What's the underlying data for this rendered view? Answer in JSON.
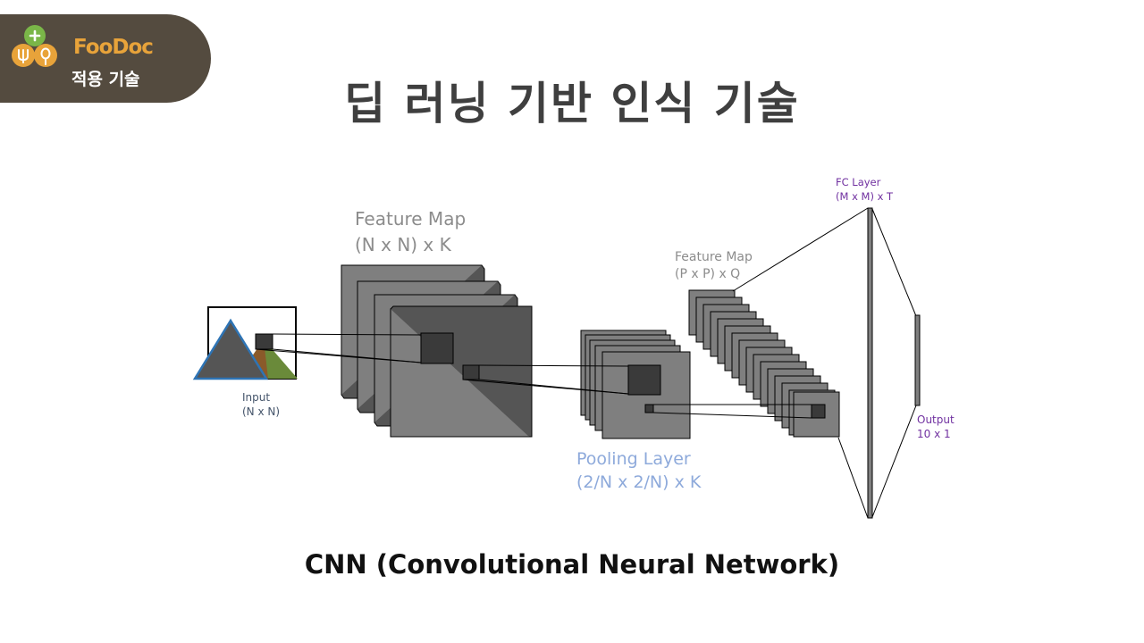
{
  "brand": {
    "name": "FooDoc",
    "subtitle": "적용 기술"
  },
  "title": "딥 러닝 기반 인식 기술",
  "caption": "CNN (Convolutional Neural Network)",
  "diagram": {
    "input_label": [
      "Input",
      "(N x N)"
    ],
    "feature_map_1_label": [
      "Feature Map",
      "(N x N) x K"
    ],
    "pooling_label": [
      "Pooling Layer",
      "(2/N x 2/N) x K"
    ],
    "feature_map_2_label": [
      "Feature Map",
      "(P x P) x Q"
    ],
    "fc_label": [
      "FC Layer",
      "(M x M) x T"
    ],
    "output_label": [
      "Output",
      "10 x 1"
    ]
  },
  "colors": {
    "badge_bg": "#544b3f",
    "brand_orange": "#e8a33a",
    "brand_green": "#7ab648",
    "title_text": "#3f3f3f",
    "layer_fill": "#7f7f7f",
    "kernel_fill": "#3a3a3a",
    "fm1_label": "#8c8c8c",
    "pool_label": "#8eaadb",
    "fm2_label": "#8c8c8c",
    "fc_label": "#7030a0",
    "output_label": "#7030a0",
    "input_label": "#44546a"
  }
}
